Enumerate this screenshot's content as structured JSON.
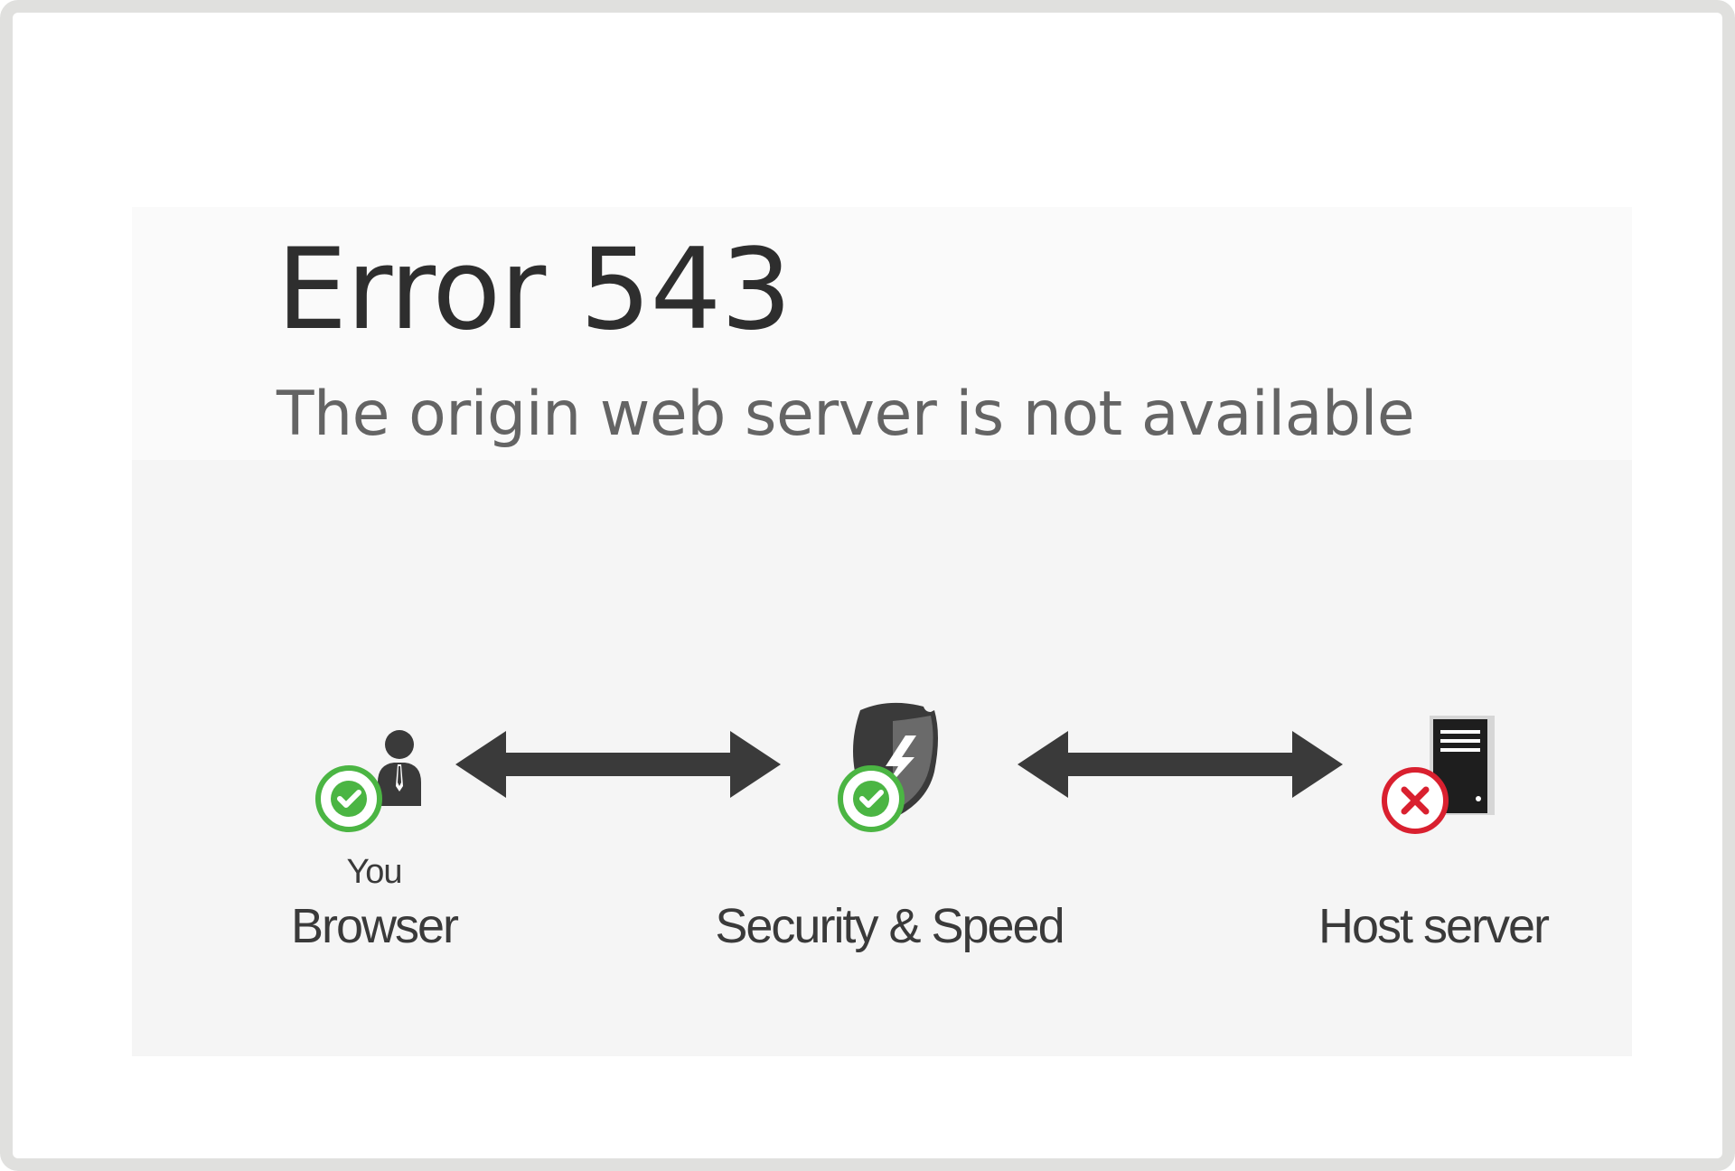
{
  "error": {
    "title": "Error 543",
    "subtitle": "The origin web server is not available"
  },
  "nodes": [
    {
      "top_label": "You",
      "label": "Browser",
      "icon": "person-icon",
      "status": "ok",
      "status_icon": "check-circle-icon"
    },
    {
      "top_label": "",
      "label": "Security & Speed",
      "icon": "shield-icon",
      "status": "ok",
      "status_icon": "check-circle-icon"
    },
    {
      "top_label": "",
      "label": "Host server",
      "icon": "server-icon",
      "status": "error",
      "status_icon": "x-circle-icon"
    }
  ],
  "colors": {
    "ok": "#4bb543",
    "error": "#d9202f",
    "icon_dark": "#3a3a3a",
    "text_dark": "#2e2e2e",
    "text_muted": "#646464"
  }
}
